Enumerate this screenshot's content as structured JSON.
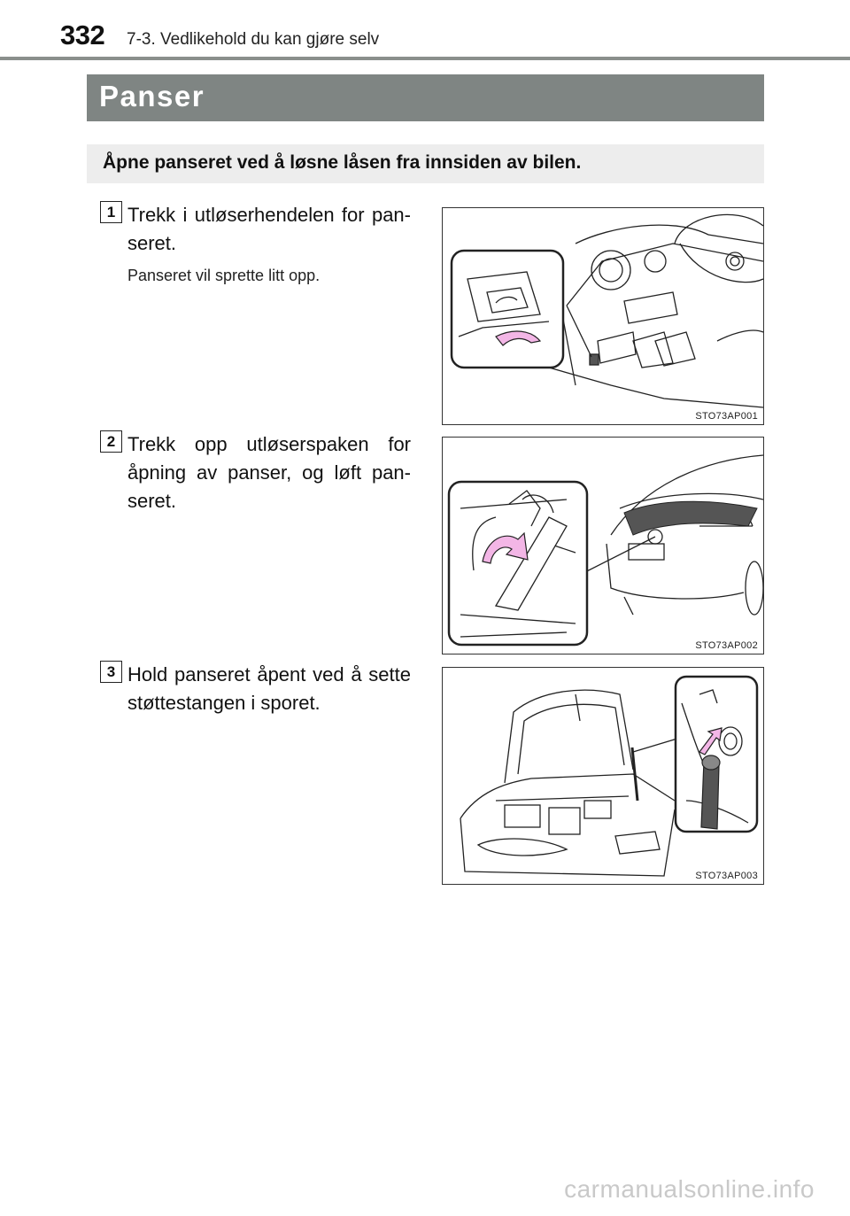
{
  "header": {
    "page_number": "332",
    "chapter": "7-3. Vedlikehold du kan gjøre selv"
  },
  "section_title": "Panser",
  "intro": "Åpne panseret ved å løsne låsen fra innsiden av bilen.",
  "steps": [
    {
      "number": "1",
      "text": "Trekk i utløserhendelen for pan-seret.",
      "note": "Panseret vil sprette litt opp.",
      "figure_code": "STO73AP001"
    },
    {
      "number": "2",
      "text": "Trekk opp utløserspaken for åpning av panser, og løft pan-seret.",
      "figure_code": "STO73AP002"
    },
    {
      "number": "3",
      "text": "Hold panseret åpent ved å sette støttestangen i sporet.",
      "figure_code": "STO73AP003"
    }
  ],
  "colors": {
    "arrow_pink": "#f3b6e6",
    "title_bar": "#7f8583",
    "intro_bg": "#ededed"
  },
  "watermark": "carmanualsonline.info"
}
